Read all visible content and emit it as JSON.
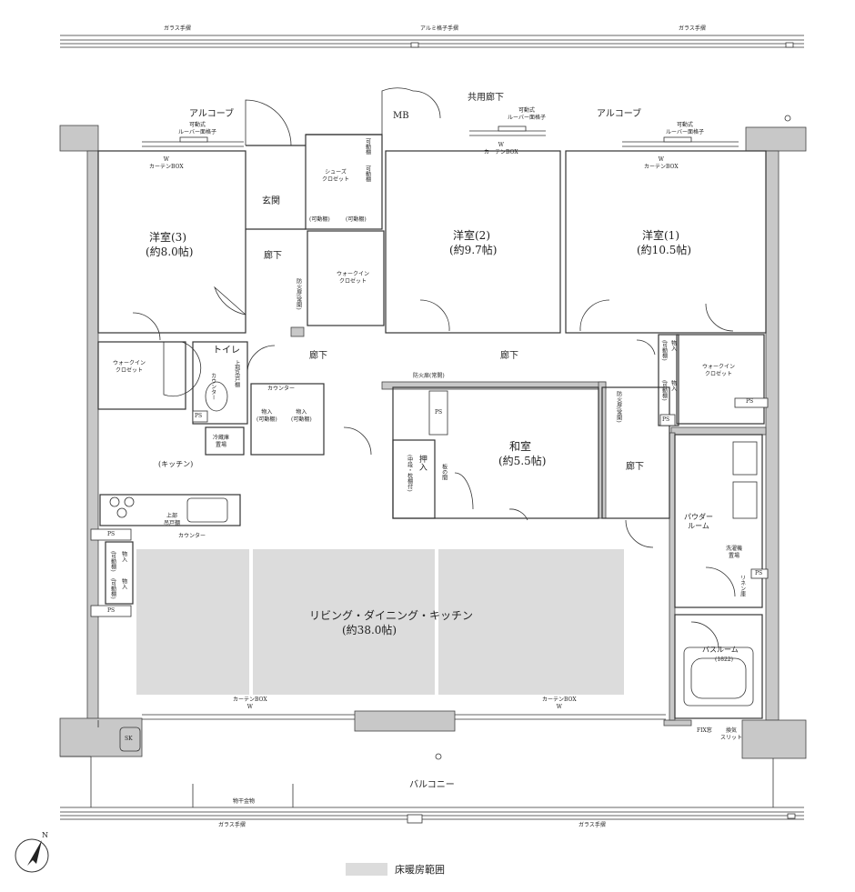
{
  "labels": {
    "glass_rail": "ガラス手摺",
    "alu_rail": "アルミ格子手摺",
    "corridor_common": "共用廊下",
    "alcove": "アルコーブ",
    "mb": "MB",
    "louver": "可動式\nルーバー面格子",
    "curtain_box_w": "W\nカーテンBOX",
    "room3_name": "洋室(3)",
    "room3_size": "(約8.0帖)",
    "room2_name": "洋室(2)",
    "room2_size": "(約9.7帖)",
    "room1_name": "洋室(1)",
    "room1_size": "(約10.5帖)",
    "genkan": "玄関",
    "rouka": "廊下",
    "shoes_closet": "シューズ\nクロゼット",
    "kadoudana_paren": "(可動棚)",
    "kadoudana_v": "可動棚",
    "walkin_closet": "ウォークイン\nクロゼット",
    "bouka_door_v": "防火扉(常開)",
    "bouka_door_h": "防火扉(常開)",
    "toilet": "トイレ",
    "counter": "カウンター",
    "upper_cabinet_v": "上部吊戸棚",
    "fridge": "冷蔵庫\n置場",
    "monoire_kadou": "物入\n(可動棚)",
    "ps": "PS",
    "kitchen": "(キッチン)",
    "upper_cabinet": "上部\n吊戸棚",
    "washitsu_name": "和室",
    "washitsu_size": "(約5.5帖)",
    "oshiire": "押入",
    "oshiire_sub": "(中段・枕棚付)",
    "itanoma": "板の間",
    "monoire_v": "物入",
    "monoire_kadou_v": "(可動棚)",
    "powder_room": "パウダー\nルーム",
    "washer": "洗濯機\n置場",
    "linen": "リネン庫",
    "bathroom": "バスルーム",
    "bath_size": "(1822)",
    "ldk_name": "リビング・ダイニング・キッチン",
    "ldk_size": "(約38.0帖)",
    "curtain_box": "カーテンBOX\nW",
    "sk": "SK",
    "fix_window": "FIX窓",
    "vent_slit": "換気\nスリット",
    "balcony": "バルコニー",
    "laundry_hanger": "物干金物",
    "compass_n": "N",
    "legend": "床暖房範囲"
  },
  "colors": {
    "wall": "#c8c8c8",
    "wall_stroke": "#444444",
    "floor_heating": "#dcdcdc",
    "line": "#333333"
  }
}
